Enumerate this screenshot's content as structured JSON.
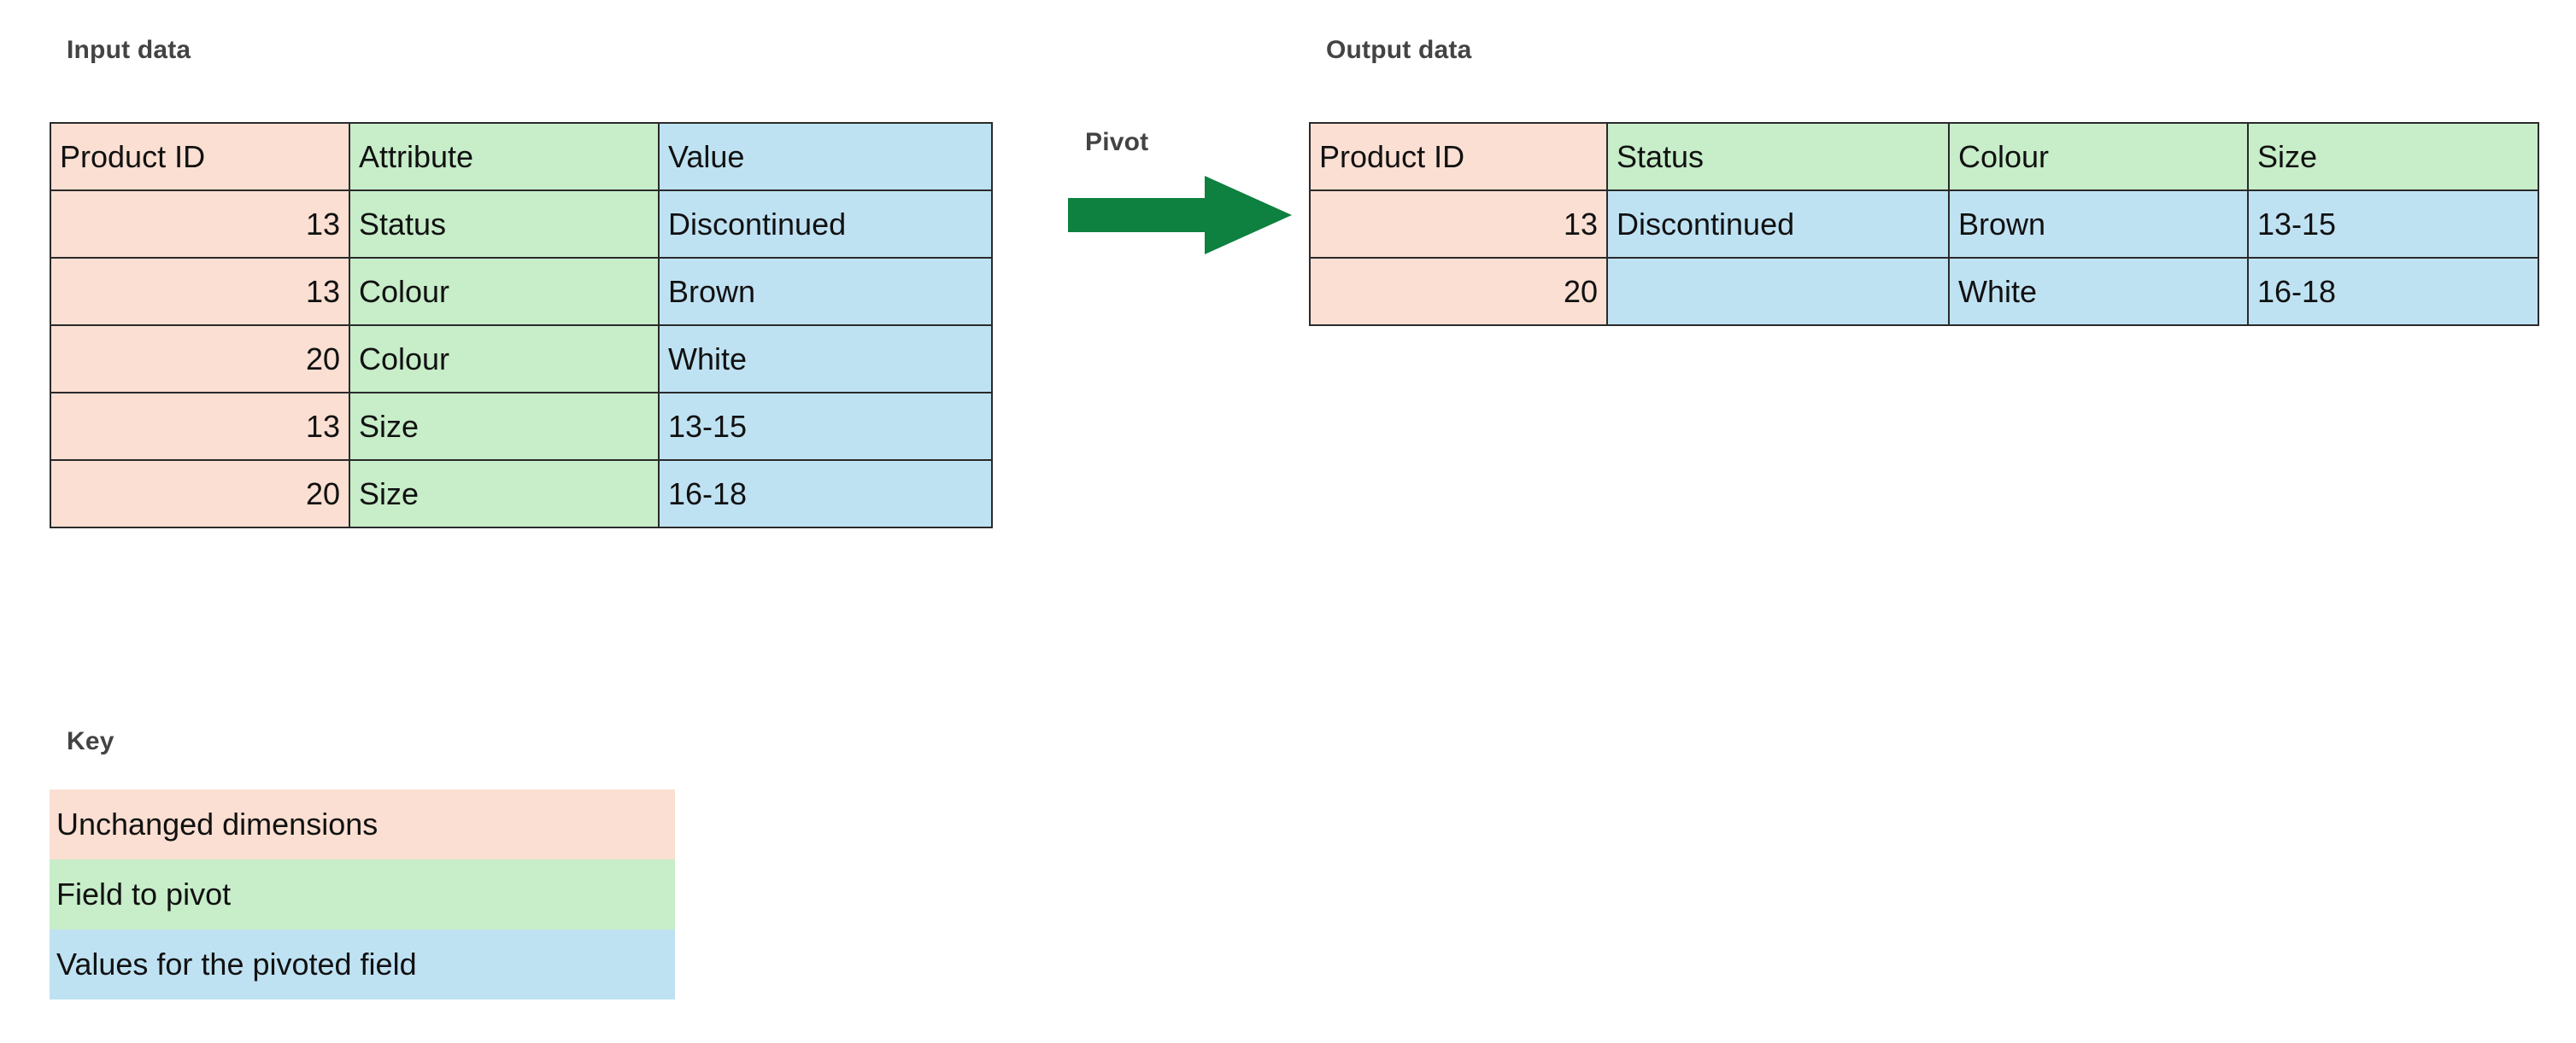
{
  "input_section": {
    "title": "Input data",
    "table": {
      "headers": [
        "Product ID",
        "Attribute",
        "Value"
      ],
      "rows": [
        [
          "13",
          "Status",
          "Discontinued"
        ],
        [
          "13",
          "Colour",
          "Brown"
        ],
        [
          "20",
          "Colour",
          "White"
        ],
        [
          "13",
          "Size",
          "13-15"
        ],
        [
          "20",
          "Size",
          "16-18"
        ]
      ]
    }
  },
  "transform": {
    "label": "Pivot",
    "arrow_icon": "arrow-right-icon",
    "arrow_color": "#0E8040"
  },
  "output_section": {
    "title": "Output data",
    "table": {
      "headers": [
        "Product ID",
        "Status",
        "Colour",
        "Size"
      ],
      "rows": [
        [
          "13",
          "Discontinued",
          "Brown",
          "13-15"
        ],
        [
          "20",
          "",
          "White",
          "16-18"
        ]
      ]
    }
  },
  "key_section": {
    "title": "Key",
    "items": [
      {
        "label": "Unchanged dimensions",
        "color": "#FADFD2"
      },
      {
        "label": "Field to pivot",
        "color": "#C7EDC9"
      },
      {
        "label": "Values for the pivoted field",
        "color": "#BFE2F3"
      }
    ]
  },
  "colors": {
    "unchanged_dimensions": "#FADFD2",
    "field_to_pivot": "#C7EDC9",
    "pivoted_values": "#BFE2F3",
    "border": "#2a2a2a",
    "heading_text": "#434343",
    "body_text": "#111111",
    "arrow_green": "#0E8040"
  }
}
